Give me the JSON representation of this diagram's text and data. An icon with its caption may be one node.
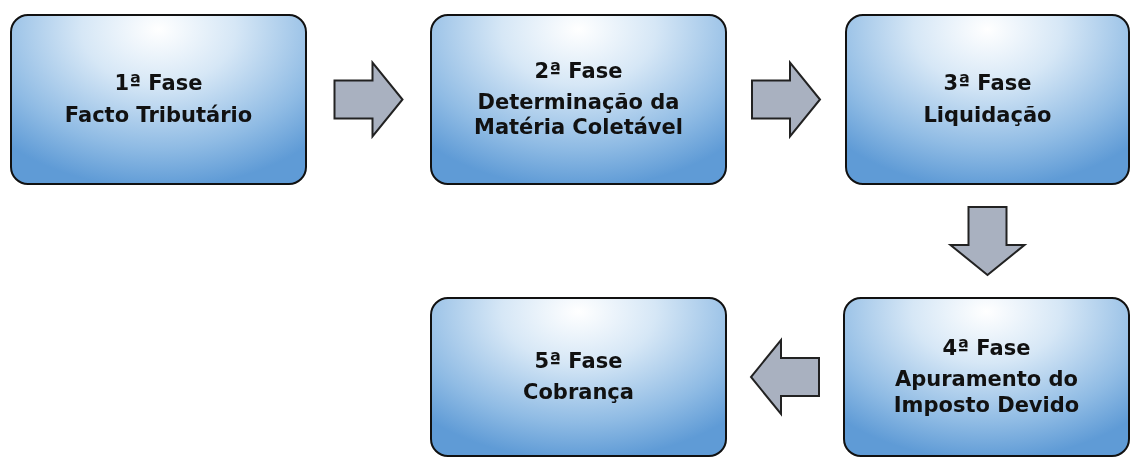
{
  "diagram": {
    "nodes": [
      {
        "text": [
          "1ª Fase",
          "Facto Tributário"
        ]
      },
      {
        "text": [
          "2ª Fase",
          "Determinação da Matéria Coletável"
        ]
      },
      {
        "text": [
          "3ª Fase",
          "Liquidação"
        ]
      },
      {
        "text": [
          "4ª Fase",
          "Apuramento do Imposto Devido"
        ]
      },
      {
        "text": [
          "5ª Fase",
          "Cobrança"
        ]
      }
    ],
    "edges": [
      {
        "from": 0,
        "to": 1,
        "arrow": "to"
      },
      {
        "from": 1,
        "to": 2,
        "arrow": "to"
      },
      {
        "from": 2,
        "to": 3,
        "arrow": "to"
      },
      {
        "from": 3,
        "to": 4,
        "arrow": "to"
      }
    ]
  }
}
